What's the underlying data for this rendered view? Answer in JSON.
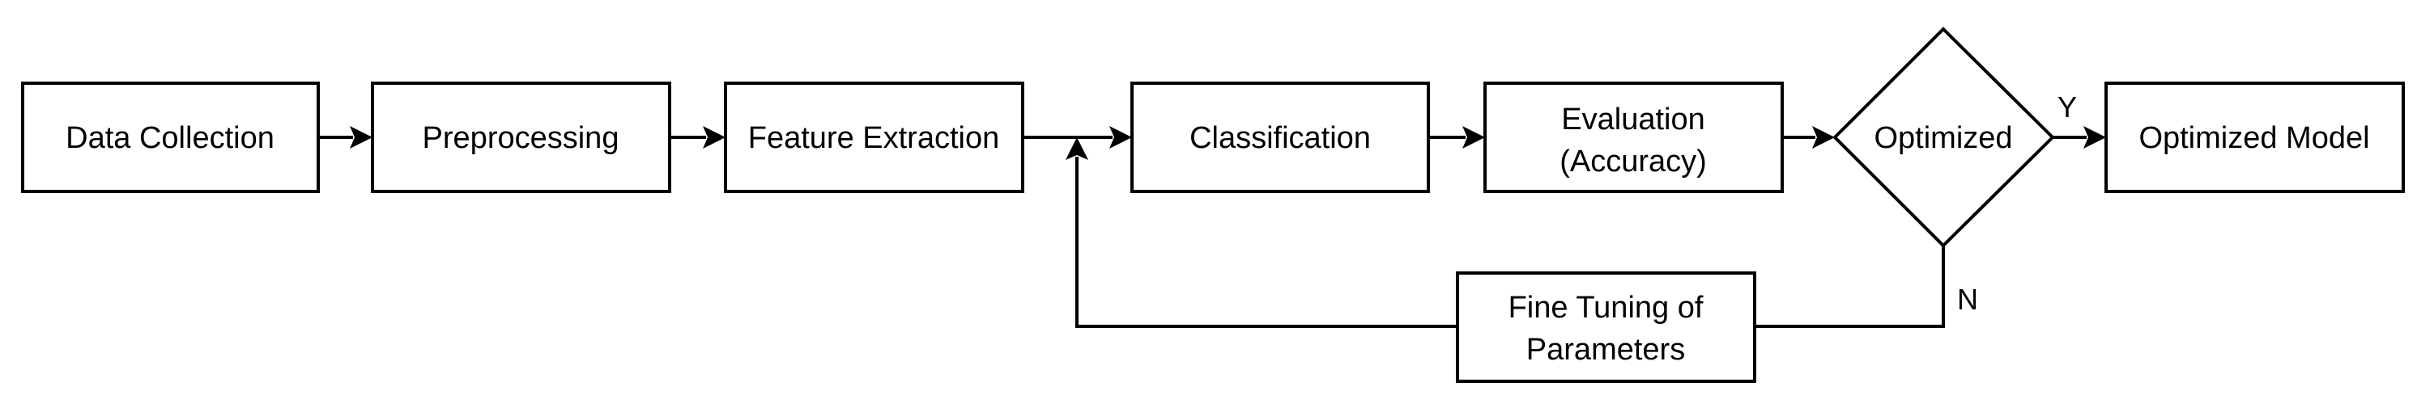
{
  "diagram": {
    "nodes": {
      "data_collection": "Data Collection",
      "preprocessing": "Preprocessing",
      "feature_extraction": "Feature Extraction",
      "classification": "Classification",
      "evaluation_line1": "Evaluation",
      "evaluation_line2": "(Accuracy)",
      "optimized_decision": "Optimized",
      "optimized_model": "Optimized Model",
      "fine_tuning_line1": "Fine Tuning of",
      "fine_tuning_line2": "Parameters"
    },
    "edge_labels": {
      "yes": "Y",
      "no": "N"
    },
    "edges": [
      [
        "Data Collection",
        "Preprocessing"
      ],
      [
        "Preprocessing",
        "Feature Extraction"
      ],
      [
        "Feature Extraction",
        "Classification"
      ],
      [
        "Classification",
        "Evaluation (Accuracy)"
      ],
      [
        "Evaluation (Accuracy)",
        "Optimized"
      ],
      [
        "Optimized",
        "Optimized Model"
      ],
      [
        "Optimized",
        "Fine Tuning of Parameters"
      ],
      [
        "Fine Tuning of Parameters",
        "Classification"
      ]
    ]
  }
}
